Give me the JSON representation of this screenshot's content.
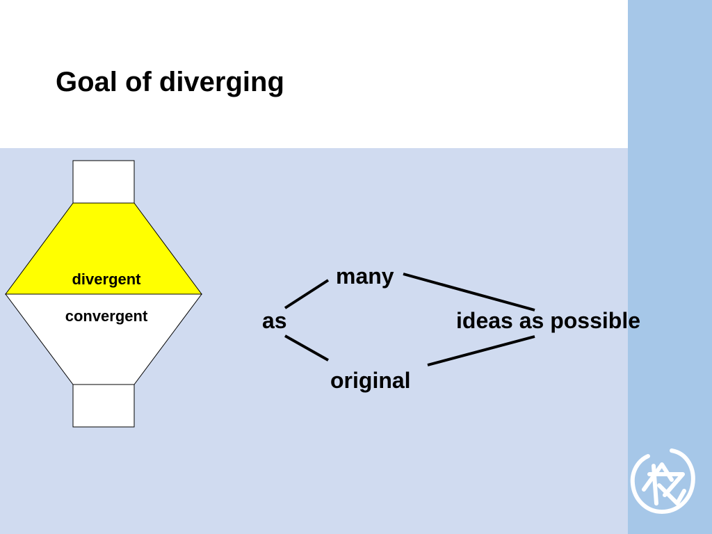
{
  "slide": {
    "title": "Goal of diverging"
  },
  "colors": {
    "content_background": "#d0dbf0",
    "side_band": "#a6c7e8",
    "divergent_fill": "#ffff00",
    "logo_stroke": "#ffffff"
  },
  "funnel": {
    "top_label": "divergent",
    "bottom_label": "convergent"
  },
  "word_diagram": {
    "words": {
      "as": "as",
      "many": "many",
      "original": "original",
      "ideas": "ideas as possible"
    }
  },
  "logo": {
    "icon": "university-logo-icon"
  }
}
